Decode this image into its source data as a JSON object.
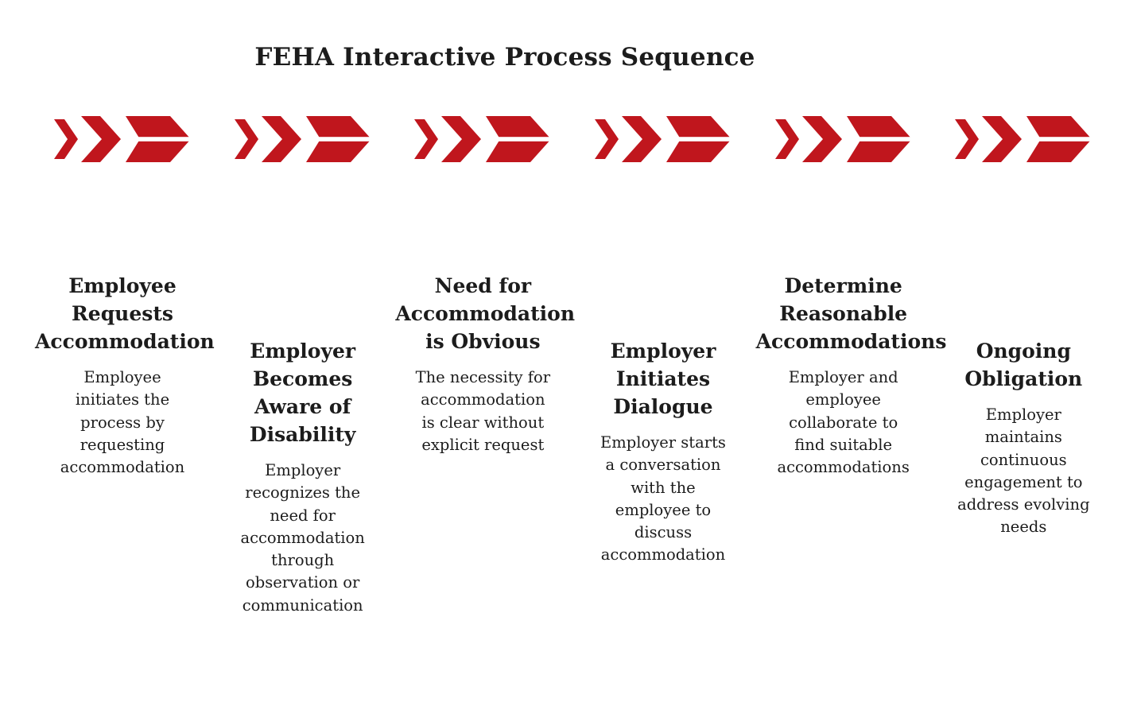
{
  "page": {
    "title": "FEHA Interactive Process Sequence",
    "arrow_color": "#c0161d",
    "text_color": "#1c1c1c",
    "background": "#ffffff",
    "arrow_icon_name": "triple-chevron-arrow-icon"
  },
  "steps": [
    {
      "title": "Employee Requests Accommodation",
      "description": "Employee initiates the process by requesting accommodation"
    },
    {
      "title": "Employer Becomes Aware of Disability",
      "description": "Employer recognizes the need for accommodation through observation or communication"
    },
    {
      "title": "Need for Accommodation is Obvious",
      "description": "The necessity for accommodation is clear without explicit request"
    },
    {
      "title": "Employer Initiates Dialogue",
      "description": "Employer starts a conversation with the employee to discuss accommodation"
    },
    {
      "title": "Determine Reasonable Accommodations",
      "description": "Employer and employee collaborate to find suitable accommodations"
    },
    {
      "title": "Ongoing Obligation",
      "description": "Employer maintains continuous engagement to address evolving needs"
    }
  ]
}
